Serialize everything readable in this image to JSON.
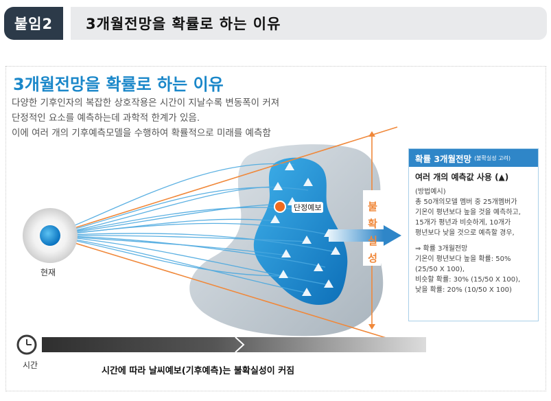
{
  "header": {
    "tag": "붙임2",
    "title": "3개월전망을 확률로 하는 이유"
  },
  "figure": {
    "title": "3개월전망을 확률로 하는 이유",
    "description": [
      "다양한 기후인자의 복잡한 상호작용은 시간이 지날수록 변동폭이 커져",
      "단정적인 요소를 예측하는데 과학적 한계가 있음.",
      "이에 여러 개의 기후예측모델을 수행하여 확률적으로 미래를 예측함"
    ],
    "now_label": "현재",
    "deterministic_label": "단정예보",
    "uncertainty_label": [
      "불",
      "확",
      "실",
      "성"
    ],
    "time_label": "시간",
    "caption": "시간에 따라 날씨예보(기후예측)는 불확실성이 커짐"
  },
  "info_box": {
    "title": "확률 3개월전망",
    "title_note": "(불확실성 고려)",
    "subtitle": "여러 개의 예측값 사용 (▲)",
    "lines": [
      "(방법예시)",
      "총 50개의모델 멤버 중 25개멤버가",
      "기온이 평년보다 높을 것을 예측하고,",
      "15개가 평년과 비슷하게, 10개가",
      "평년보다 낮을 것으로 예측할 경우,",
      "",
      "⇒ 확률 3개월전망",
      "기온이 평년보다 높을 확률: 50%",
      "(25/50 X 100),",
      "비슷할 확률: 30% (15/50 X 100),",
      "낮을 확률: 20% (10/50 X 100)"
    ]
  },
  "colors": {
    "header_dark": "#2c3a49",
    "accent_blue": "#1a87c9",
    "cone_orange": "#f0883a",
    "box_blue": "#2f86c8"
  }
}
